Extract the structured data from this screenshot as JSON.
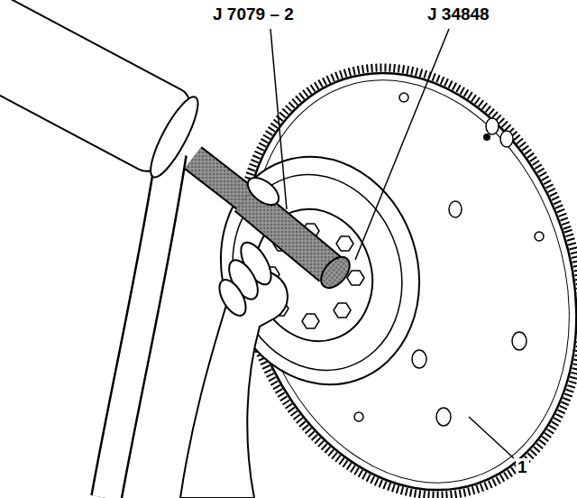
{
  "diagram": {
    "labels": [
      "J 7079 – 2",
      "J 34848",
      "1"
    ]
  }
}
